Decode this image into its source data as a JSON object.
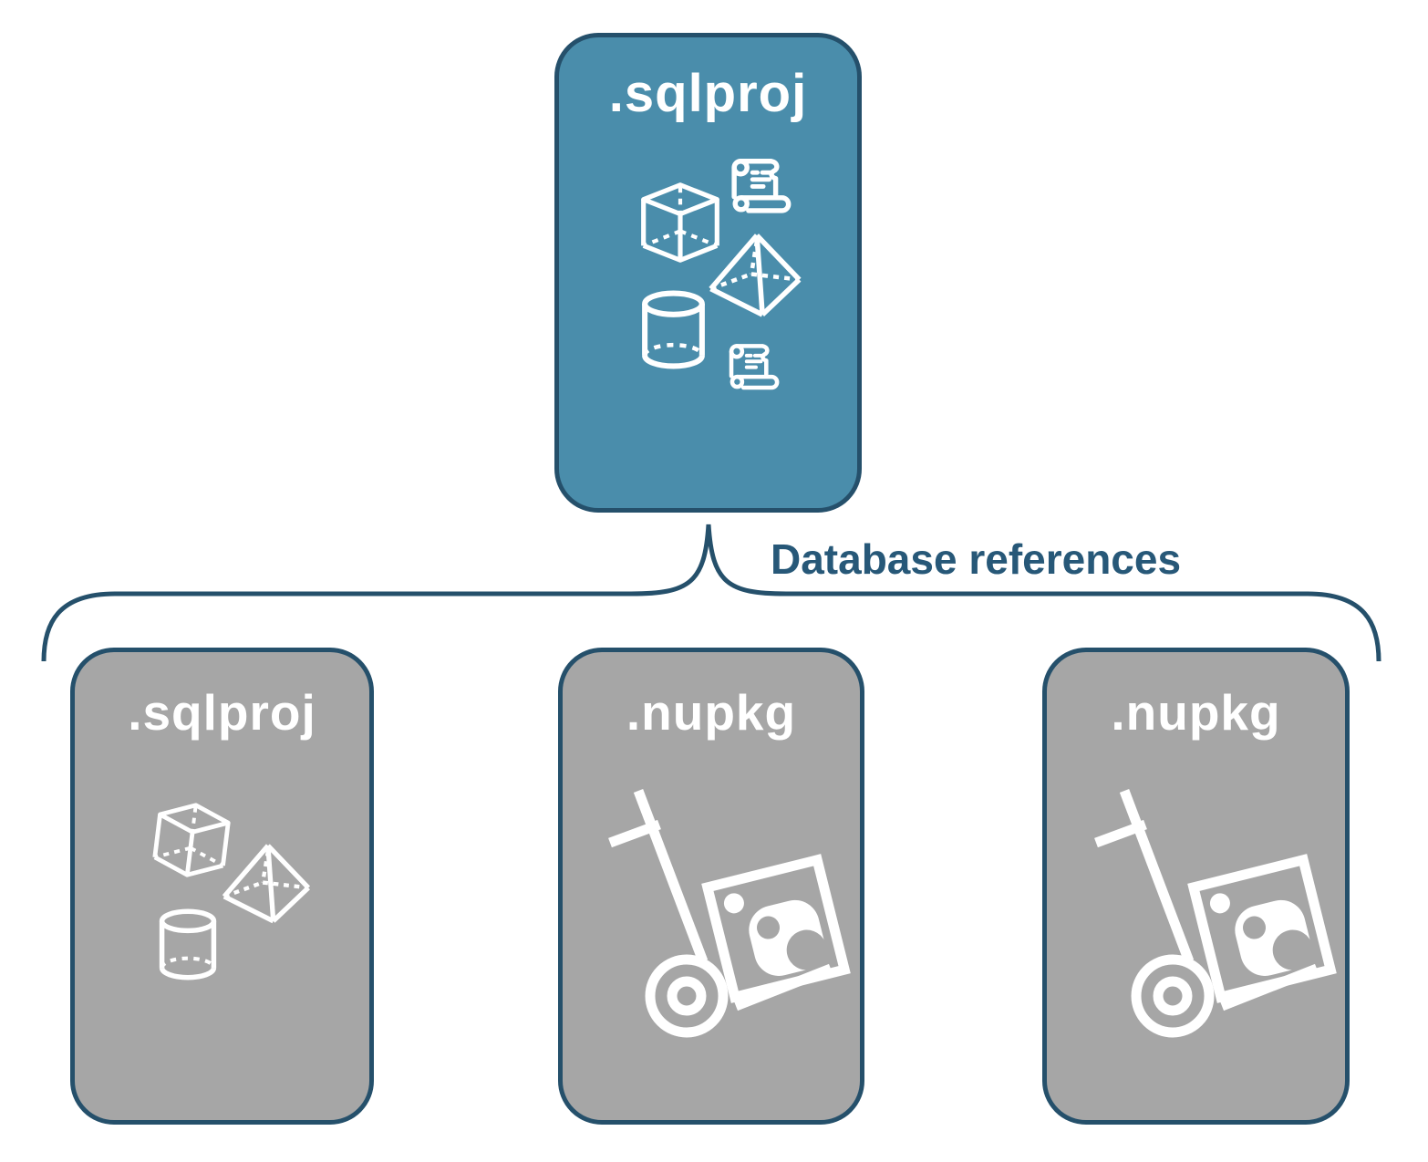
{
  "colors": {
    "accent-teal": "#4A8DAB",
    "node-gray": "#A6A6A6",
    "line-navy": "#25506B",
    "label-navy": "#275878",
    "icon-white": "#FFFFFF",
    "background": "#FFFFFF"
  },
  "diagram": {
    "root": {
      "label": ".sqlproj",
      "icons": [
        "cube-icon",
        "scroll-icon",
        "pyramid-icon",
        "cylinder-icon",
        "scroll-icon"
      ]
    },
    "connector": {
      "label": "Database references"
    },
    "children": [
      {
        "label": ".sqlproj",
        "icons": [
          "cube-icon",
          "pyramid-icon",
          "cylinder-icon"
        ]
      },
      {
        "label": ".nupkg",
        "icons": [
          "nuget-hand-truck-icon"
        ]
      },
      {
        "label": ".nupkg",
        "icons": [
          "nuget-hand-truck-icon"
        ]
      }
    ]
  }
}
